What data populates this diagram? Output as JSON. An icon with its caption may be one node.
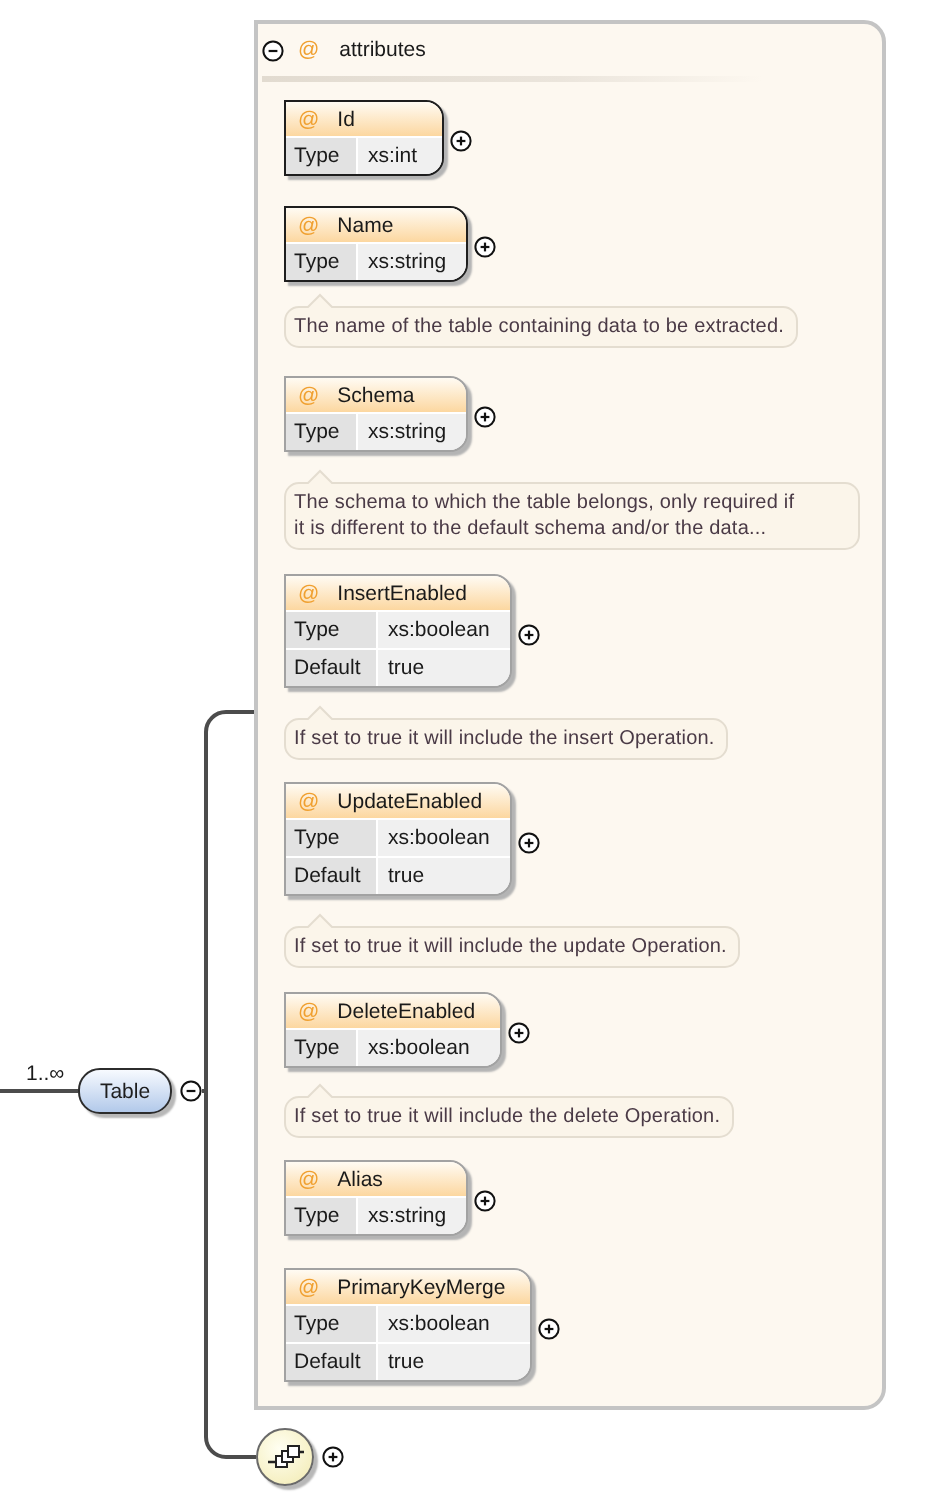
{
  "diagram": {
    "nodes": [
      {
        "text": [
          "Table"
        ]
      },
      {
        "text": [
          "@",
          "attributes"
        ]
      },
      {
        "text": [
          "@",
          "Id",
          "Type",
          "xs:int"
        ],
        "in": 1
      },
      {
        "text": [
          "@",
          "Name",
          "Type",
          "xs:string"
        ],
        "in": 1
      },
      {
        "text": [
          "The name of the table containing data to be extracted."
        ],
        "in": 1
      },
      {
        "text": [
          "@",
          "Schema",
          "Type",
          "xs:string"
        ],
        "in": 1
      },
      {
        "text": [
          "The schema to which the table belongs, only required if it is different to the default schema and/or the data..."
        ],
        "in": 1
      },
      {
        "text": [
          "@",
          "InsertEnabled",
          "Type",
          "xs:boolean",
          "Default",
          "true"
        ],
        "in": 1
      },
      {
        "text": [
          "If set to true it will include the insert Operation."
        ],
        "in": 1
      },
      {
        "text": [
          "@",
          "UpdateEnabled",
          "Type",
          "xs:boolean",
          "Default",
          "true"
        ],
        "in": 1
      },
      {
        "text": [
          "If set to true it will include the update Operation."
        ],
        "in": 1
      },
      {
        "text": [
          "@",
          "DeleteEnabled",
          "Type",
          "xs:boolean"
        ],
        "in": 1
      },
      {
        "text": [
          "If set to true it will include the delete Operation."
        ],
        "in": 1
      },
      {
        "text": [
          "@",
          "Alias",
          "Type",
          "xs:string"
        ],
        "in": 1
      },
      {
        "text": [
          "@",
          "PrimaryKeyMerge",
          "Type",
          "xs:boolean",
          "Default",
          "true"
        ],
        "in": 1
      },
      {
        "text": [],
        "shape": "circle"
      }
    ],
    "edges": [
      {
        "from": null,
        "to": 0,
        "arrow": "none",
        "label": "1..∞"
      },
      {
        "from": 0,
        "to": 1,
        "arrow": "none"
      },
      {
        "from": 0,
        "to": 15,
        "arrow": "none"
      }
    ]
  }
}
